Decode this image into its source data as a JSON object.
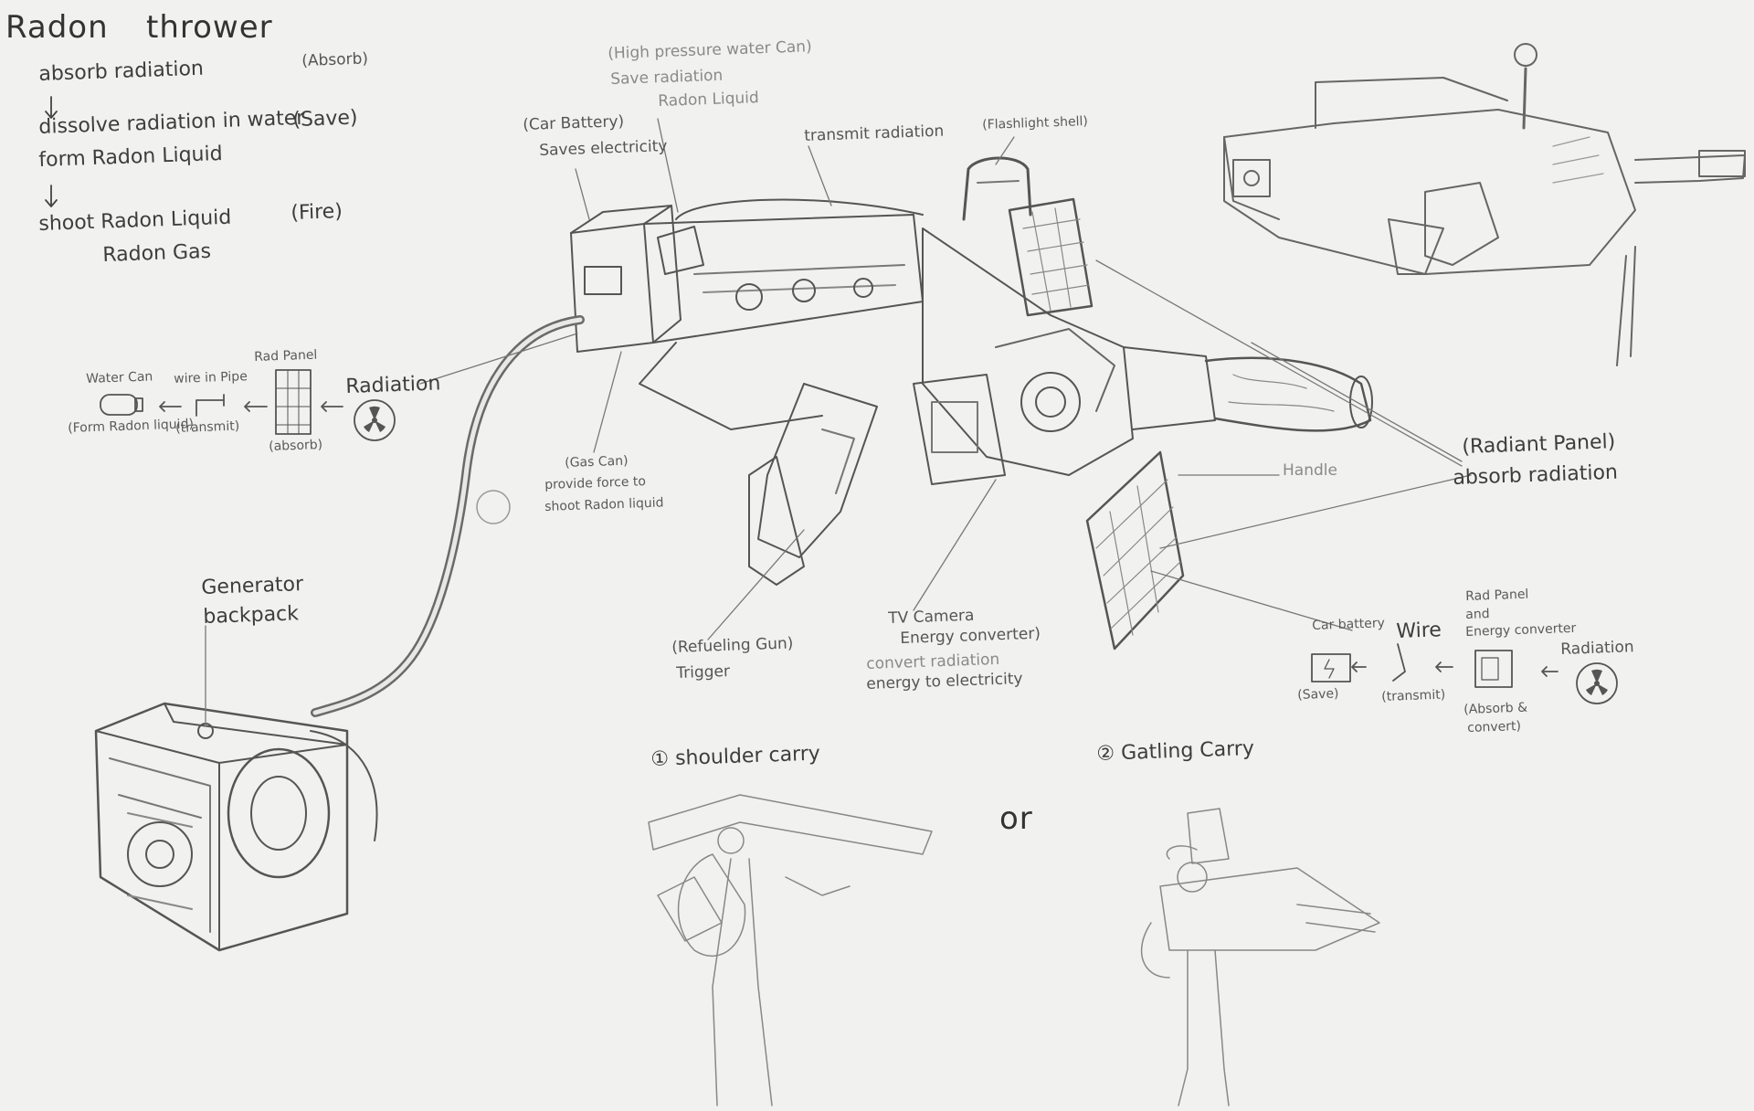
{
  "title": {
    "word1": "Radon",
    "word2": "thrower"
  },
  "process": {
    "absorb": "absorb radiation",
    "absorb_tag": "(Absorb)",
    "dissolve": "dissolve radiation in water",
    "save_tag": "(Save)",
    "form": "form  Radon Liquid",
    "shoot": "shoot  Radon Liquid",
    "gas": "Radon Gas",
    "fire_tag": "(Fire)"
  },
  "labels": {
    "water_can_paren": "(High pressure water Can)",
    "save_radiation": "Save radiation",
    "radon_liquid": "Radon Liquid",
    "car_battery": "(Car Battery)",
    "saves_electricity": "Saves electricity",
    "transmit_radiation": "transmit radiation",
    "flashlight_shell": "(Flashlight shell)",
    "radiant_panel": "(Radiant Panel)",
    "absorb_radiation": "absorb radiation",
    "handle": "Handle",
    "gas_can": "(Gas Can)",
    "provide_force": "provide force to",
    "shoot_radon": "shoot Radon liquid",
    "refueling_gun": "(Refueling Gun)",
    "trigger": "Trigger",
    "tv_camera": "TV Camera",
    "energy_converter": "Energy converter)",
    "convert_radiation": "convert radiation",
    "energy_to_electricity": "energy to electricity",
    "generator": "Generator",
    "backpack": "backpack"
  },
  "flow_left": {
    "water_can": "Water Can",
    "wire_in_pipe": "wire in Pipe",
    "rad_panel": "Rad Panel",
    "radiation": "Radiation",
    "form_radon": "(Form Radon liquid)",
    "transmit": "(transmit)",
    "absorb": "(absorb)"
  },
  "flow_right": {
    "car_battery": "Car battery",
    "wire": "Wire",
    "rad_panel_and": "Rad Panel",
    "and": "and",
    "energy_converter": "Energy converter",
    "radiation": "Radiation",
    "save": "(Save)",
    "transmit": "(transmit)",
    "absorb_convert": "(Absorb &",
    "convert": "convert)"
  },
  "carry": {
    "option1": "① shoulder carry",
    "option2": "② Gatling Carry",
    "or": "or"
  },
  "colors": {
    "paper": "#f1f1ef",
    "graphite": "#4a4a4a",
    "faint": "#9a9a9a"
  },
  "icons": [
    "radiation-icon",
    "battery-icon",
    "water-can-icon",
    "pipe-icon",
    "rad-panel-icon",
    "wire-icon",
    "converter-icon"
  ]
}
